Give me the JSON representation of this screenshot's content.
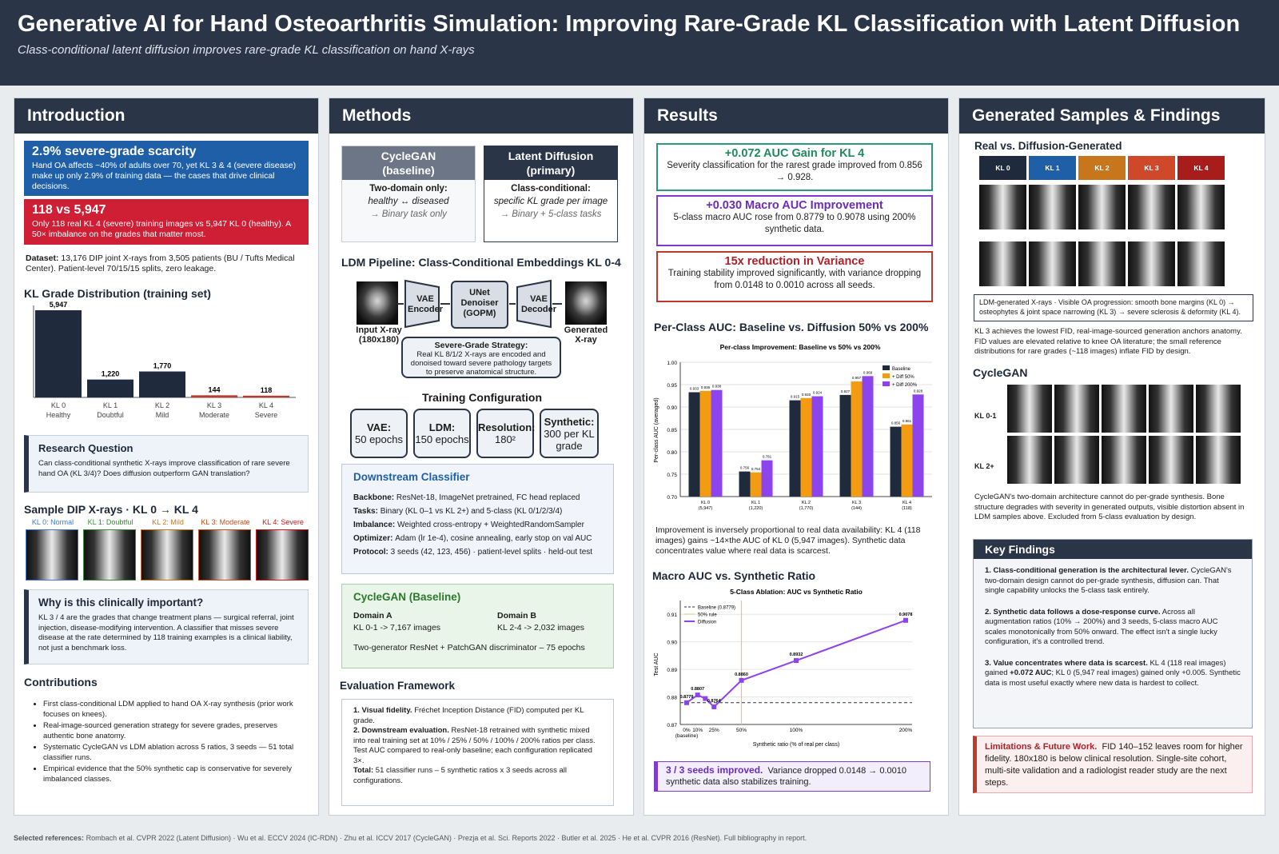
{
  "header": {
    "title": "Generative AI for Hand Osteoarthritis Simulation: Improving Rare-Grade KL Classification with Latent Diffusion",
    "subtitle": "Class-conditional latent diffusion improves rare-grade KL classification on hand X-rays"
  },
  "intro": {
    "title": "Introduction",
    "box1": {
      "head": "2.9% severe-grade scarcity",
      "text": "Hand OA affects ~40% of adults over 70, yet KL 3 & 4 (severe disease) make up only 2.9% of training data — the cases that drive clinical decisions."
    },
    "box2": {
      "head": "118 vs 5,947",
      "text": "Only 118 real KL 4 (severe) training images vs 5,947 KL 0 (healthy). A 50× imbalance on the grades that matter most."
    },
    "dataset_label": "Dataset:",
    "dataset_text": "13,176 DIP joint X-rays from 3,505 patients (BU / Tufts Medical Center). Patient-level 70/15/15 splits, zero leakage.",
    "dist_title": "KL Grade Distribution (training set)",
    "rq_title": "Research Question",
    "rq_text": "Can class-conditional synthetic X-rays improve classification of rare severe hand OA (KL 3/4)? Does diffusion outperform GAN translation?",
    "samples_title": "Sample DIP X-rays · KL 0 → KL 4",
    "samples": [
      {
        "label": "KL 0: Normal",
        "color": "#3f7bc9"
      },
      {
        "label": "KL 1: Doubtful",
        "color": "#3a8a3a"
      },
      {
        "label": "KL 2: Mild",
        "color": "#c8761c"
      },
      {
        "label": "KL 3: Moderate",
        "color": "#c8501c"
      },
      {
        "label": "KL 4: Severe",
        "color": "#c81c1c"
      }
    ],
    "why_title": "Why is this clinically important?",
    "why_text": "KL 3 / 4 are the grades that change treatment plans — surgical referral, joint injection, disease-modifying intervention. A classifier that misses severe disease at the rate determined by 118 training examples is a clinical liability, not just a benchmark loss.",
    "contrib_title": "Contributions",
    "contribs": [
      "First class-conditional LDM applied to hand OA X-ray synthesis (prior work focuses on knees).",
      "Real-image-sourced generation strategy for severe grades, preserves authentic bone anatomy.",
      "Systematic CycleGAN vs LDM ablation across 5 ratios, 3 seeds — 51 total classifier runs.",
      "Empirical evidence that the 50% synthetic cap is conservative for severely imbalanced classes."
    ]
  },
  "chart_data": [
    {
      "type": "bar",
      "title": "KL Grade Distribution (training set)",
      "categories": [
        "KL 0",
        "KL 1",
        "KL 2",
        "KL 3",
        "KL 4"
      ],
      "sublabels": [
        "Healthy",
        "Doubtful",
        "Mild",
        "Moderate",
        "Severe"
      ],
      "values": [
        5947,
        1220,
        1770,
        144,
        118
      ],
      "value_labels": [
        "5,947",
        "1,220",
        "1,770",
        "144",
        "118"
      ],
      "colors": [
        "#1f2b3d",
        "#1f2b3d",
        "#1f2b3d",
        "#c0392b",
        "#c0392b"
      ]
    },
    {
      "type": "bar",
      "title": "Per-class Improvement: Baseline vs 50% vs 200%",
      "ylabel": "Per-class AUC (averaged)",
      "ylim": [
        0.7,
        1.0
      ],
      "yticks": [
        0.7,
        0.75,
        0.8,
        0.85,
        0.9,
        0.95,
        1.0
      ],
      "categories": [
        "KL 0\n(5,947)",
        "KL 1\n(1,220)",
        "KL 2\n(1,770)",
        "KL 3\n(144)",
        "KL 4\n(118)"
      ],
      "legend": "top-right",
      "series": [
        {
          "name": "Baseline",
          "color": "#1f2b3d",
          "values": [
            0.933,
            0.756,
            0.915,
            0.927,
            0.856
          ]
        },
        {
          "name": "+ Diff 50%",
          "color": "#f39c12",
          "values": [
            0.936,
            0.754,
            0.92,
            0.957,
            0.861
          ]
        },
        {
          "name": "+ Diff 200%",
          "color": "#8e44ec",
          "values": [
            0.938,
            0.781,
            0.924,
            0.969,
            0.928
          ]
        }
      ]
    },
    {
      "type": "line",
      "title": "5-Class Ablation: AUC vs Synthetic Ratio",
      "xlabel": "Synthetic ratio (% of real per class)",
      "ylabel": "Test AUC",
      "xticks": [
        "0%\n(baseline)",
        "10%",
        "25%",
        "50%",
        "100%",
        "200%"
      ],
      "ylim": [
        0.87,
        0.915
      ],
      "yticks": [
        0.87,
        0.88,
        0.89,
        0.9,
        0.91
      ],
      "x": [
        0,
        10,
        17,
        25,
        50,
        100,
        200
      ],
      "y": [
        0.8779,
        0.8807,
        0.8794,
        0.8764,
        0.886,
        0.8932,
        0.9078
      ],
      "point_labels": [
        "0.8779",
        "0.8807",
        "",
        "0.8764",
        "0.8860",
        "0.8932",
        "0.9078"
      ],
      "baseline": 0.8779,
      "rule_x": 50,
      "legend_entries": [
        "Baseline (0.8779)",
        "50% rule",
        "Diffusion"
      ]
    }
  ],
  "methods": {
    "title": "Methods",
    "cg_head": "CycleGAN\n(baseline)",
    "cg_b": "Two-domain only:",
    "cg_i": "healthy ↔ diseased",
    "cg_g": "→ Binary task only",
    "ld_head": "Latent Diffusion\n(primary)",
    "ld_b": "Class-conditional:",
    "ld_i": "specific KL grade per image",
    "ld_g": "→ Binary + 5-class tasks",
    "pipe_title": "LDM Pipeline: Class-Conditional Embeddings KL 0-4",
    "input_label": "Input X-ray\n(180x180)",
    "vae_enc": "VAE\nEncoder",
    "unet": "UNet\nDenoiser\n(GOPM)",
    "vae_dec": "VAE\nDecoder",
    "gen_label": "Generated\nX-ray",
    "strategy_title": "Severe-Grade Strategy:",
    "strategy_text": "Real KL 8/1/2 X-rays are encoded and donoised toward severe pathology targets to preserve anatomical structure.",
    "train_title": "Training Configuration",
    "cfg": [
      {
        "label": "VAE:",
        "value": "50 epochs"
      },
      {
        "label": "LDM:",
        "value": "150 epochs"
      },
      {
        "label": "Resolution:",
        "value": "180²"
      },
      {
        "label": "Synthetic:",
        "value": "300 per KL grade"
      }
    ],
    "ds_title": "Downstream Classifier",
    "ds_rows": [
      {
        "k": "Backbone:",
        "v": "ResNet-18, ImageNet pretrained, FC head replaced"
      },
      {
        "k": "Tasks:",
        "v": "Binary (KL 0–1 vs KL 2+) and 5-class (KL 0/1/2/3/4)"
      },
      {
        "k": "Imbalance:",
        "v": "Weighted cross-entropy + WeightedRandomSampler"
      },
      {
        "k": "Optimizer:",
        "v": "Adam (lr 1e-4), cosine annealing, early stop on val AUC"
      },
      {
        "k": "Protocol:",
        "v": "3 seeds (42, 123, 456) · patient-level splits · held-out test"
      }
    ],
    "cyc_title": "CycleGAN (Baseline)",
    "dom_a": "Domain A",
    "dom_a_v": "KL 0-1 -> 7,167 images",
    "dom_b": "Domain B",
    "dom_b_v": "KL 2-4 -> 2,032 images",
    "cyc_text": "Two-generator ResNet + PatchGAN discriminator – 75 epochs",
    "eval_title": "Evaluation Framework",
    "eval1_k": "1. Visual fidelity.",
    "eval1_v": "Fréchet Inception Distance (FID) computed per KL grade.",
    "eval2_k": "2. Downstream evaluation.",
    "eval2_v": "ResNet-18 retrained with synthetic mixed into real training set at 10% / 25% / 50% / 100% / 200% ratios per class. Test AUC compared to real-only baseline; each configuration replicated 3×.",
    "eval3_k": "Total:",
    "eval3_v": "51 classifier runs – 5 synthetic ratios x 3 seeds across all configurations."
  },
  "results": {
    "title": "Results",
    "b1_h": "+0.072 AUC Gain for KL 4",
    "b1_t": "Severity classification for the rarest grade improved from 0.856 → 0.928.",
    "b2_h": "+0.030 Macro AUC Improvement",
    "b2_t": "5-class macro AUC rose from 0.8779 to  0.9078 using 200% synthetic data.",
    "b3_h": "15x reduction in Variance",
    "b3_t": "Training stability improved significantly, with variance dropping from 0.0148 to 0.0010 across all seeds.",
    "pc_title": "Per-Class AUC: Baseline vs. Diffusion 50% vs 200%",
    "pc_caption": "Improvement is inversely proportional to real data availability: KL 4 (118 images) gains ~14×the AUC of KL 0 (5,947 images). Synthetic data concentrates value where real data is scarcest.",
    "macro_title": "Macro AUC vs. Synthetic Ratio",
    "seeds_b": "3 / 3 seeds improved.",
    "seeds_t": "Variance dropped 0.0148 → 0.0010 synthetic data also stabilizes training."
  },
  "samples_col": {
    "title": "Generated Samples & Findings",
    "rv_title": "Real vs. Diffusion-Generated",
    "grades": [
      {
        "label": "KL 0",
        "color": "#1f2b3d"
      },
      {
        "label": "KL 1",
        "color": "#1f5fa8"
      },
      {
        "label": "KL 2",
        "color": "#c8761c"
      },
      {
        "label": "KL 3",
        "color": "#d0482a"
      },
      {
        "label": "KL 4",
        "color": "#a81c1c"
      }
    ],
    "ldm_caption": "LDM-generated X-rays · Visible OA progression: smooth bone margins (KL 0) → osteophytes & joint space narrowing (KL 3) → severe sclerosis & deformity (KL 4).",
    "fid_text": "KL 3 achieves the lowest FID, real-image-sourced generation anchors anatomy. FID values are elevated relative to knee OA literature; the small reference distributions for rare grades (~118 images) inflate FID by design.",
    "cg_title": "CycleGAN",
    "cg_row1": "KL 0-1",
    "cg_row2": "KL 2+",
    "cg_text": "CycleGAN's two-domain architecture cannot do per-grade synthesis. Bone structure degrades with severity in generated outputs, visible distortion absent in LDM samples above. Excluded from 5-class evaluation by design.",
    "kf_title": "Key Findings",
    "kf1_b": "1. Class-conditional generation is the architectural lever.",
    "kf1_t": "CycleGAN's two-domain design cannot do per-grade synthesis, diffusion can. That single capability unlocks the 5-class task entirely.",
    "kf2_b": "2. Synthetic data follows a dose-response curve.",
    "kf2_t": "Across all augmentation ratios (10% → 200%) and 3 seeds, 5-class macro AUC scales monotonically from 50% onward. The effect isn't a single lucky configuration, it's a controlled trend.",
    "kf3_b": "3. Value concentrates where data is scarcest.",
    "kf3_t1": "KL 4 (118 real images) gained",
    "kf3_gain": "+0.072 AUC",
    "kf3_t2": "; KL 0 (5,947 real images) gained only +0.005. Synthetic data is most useful exactly where new data is hardest to collect.",
    "lim_b": "Limitations & Future Work.",
    "lim_t": "FID 140–152 leaves room for higher fidelity. 180x180 is below clinical resolution. Single-site cohort, multi-site validation and a radiologist reader study are the next steps."
  },
  "footer": {
    "label": "Selected references:",
    "text": "Rombach et al. CVPR 2022 (Latent Diffusion) · Wu et al. ECCV 2024 (IC-RDN) · Zhu et al. ICCV 2017 (CycleGAN) · Prezja et al. Sci. Reports 2022 · Butler et al. 2025 · He et al. CVPR 2016 (ResNet). Full bibliography in report."
  }
}
